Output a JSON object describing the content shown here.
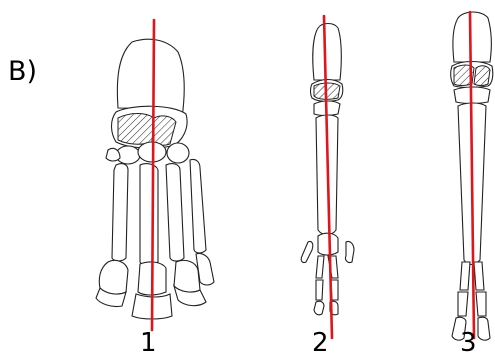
{
  "figure": {
    "panel_label": "B)",
    "limbs": [
      {
        "number": "1",
        "axis_color": "#e0151b"
      },
      {
        "number": "2",
        "axis_color": "#e0151b"
      },
      {
        "number": "3",
        "axis_color": "#e0151b"
      }
    ]
  }
}
